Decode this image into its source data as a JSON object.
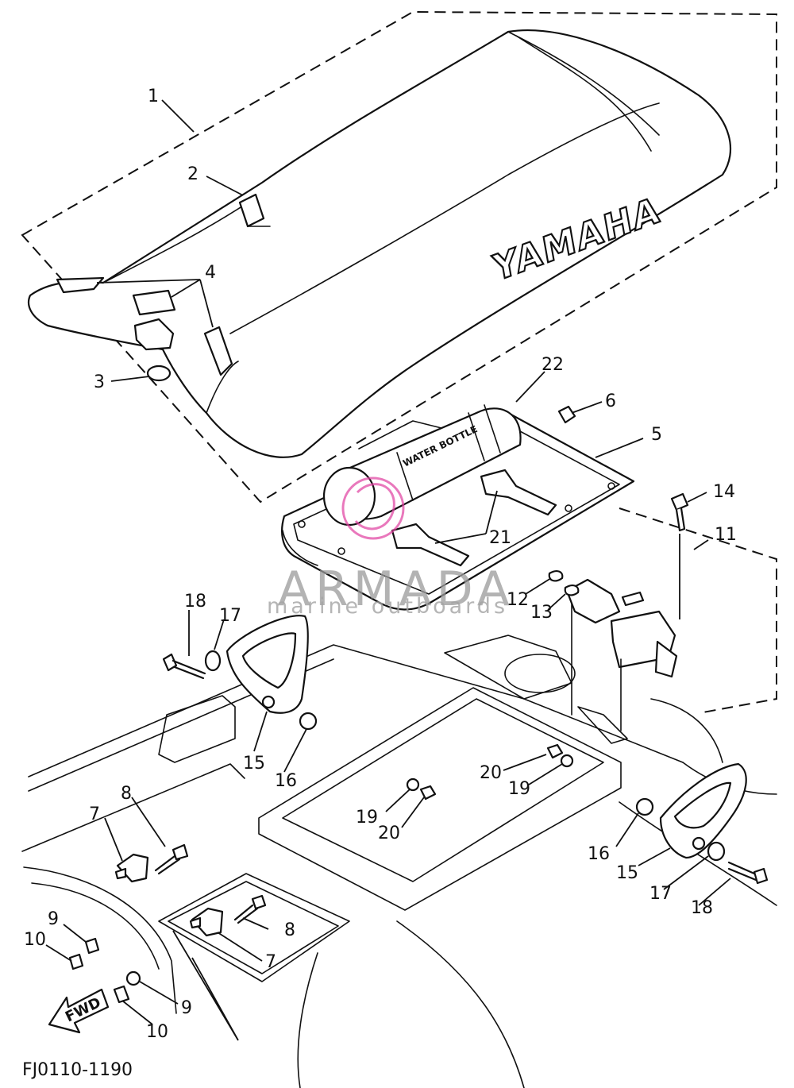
{
  "diagram": {
    "brand_text": "YAMAHA",
    "drawing_code": "FJ0110-1190",
    "fwd_arrow_text": "FWD",
    "bottle_text": "WATER BOTTLE",
    "watermark": {
      "title": "ARMADA",
      "subtitle": "marine outboards",
      "color": "#999999",
      "logo_color": "#e040a0"
    },
    "callouts": [
      {
        "id": "c1",
        "label": "1"
      },
      {
        "id": "c2",
        "label": "2"
      },
      {
        "id": "c3",
        "label": "3"
      },
      {
        "id": "c4",
        "label": "4"
      },
      {
        "id": "c5",
        "label": "5"
      },
      {
        "id": "c6",
        "label": "6"
      },
      {
        "id": "c7a",
        "label": "7"
      },
      {
        "id": "c7b",
        "label": "7"
      },
      {
        "id": "c8a",
        "label": "8"
      },
      {
        "id": "c8b",
        "label": "8"
      },
      {
        "id": "c9a",
        "label": "9"
      },
      {
        "id": "c9b",
        "label": "9"
      },
      {
        "id": "c10a",
        "label": "10"
      },
      {
        "id": "c10b",
        "label": "10"
      },
      {
        "id": "c11",
        "label": "11"
      },
      {
        "id": "c12",
        "label": "12"
      },
      {
        "id": "c13",
        "label": "13"
      },
      {
        "id": "c14",
        "label": "14"
      },
      {
        "id": "c15a",
        "label": "15"
      },
      {
        "id": "c15b",
        "label": "15"
      },
      {
        "id": "c16a",
        "label": "16"
      },
      {
        "id": "c16b",
        "label": "16"
      },
      {
        "id": "c17a",
        "label": "17"
      },
      {
        "id": "c17b",
        "label": "17"
      },
      {
        "id": "c18a",
        "label": "18"
      },
      {
        "id": "c18b",
        "label": "18"
      },
      {
        "id": "c19a",
        "label": "19"
      },
      {
        "id": "c19b",
        "label": "19"
      },
      {
        "id": "c20a",
        "label": "20"
      },
      {
        "id": "c20b",
        "label": "20"
      },
      {
        "id": "c21",
        "label": "21"
      },
      {
        "id": "c22",
        "label": "22"
      }
    ]
  }
}
